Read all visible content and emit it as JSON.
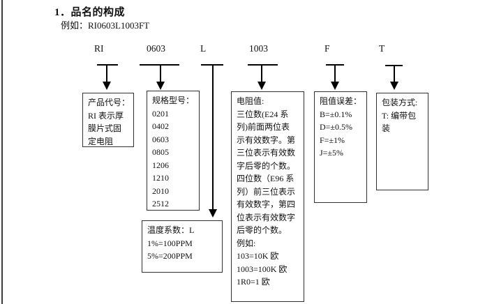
{
  "page": {
    "section_title": "1．品名的构成",
    "example": "例如：RI0603L1003FT"
  },
  "codes": [
    {
      "label": "RI"
    },
    {
      "label": "0603"
    },
    {
      "label": "L"
    },
    {
      "label": "1003"
    },
    {
      "label": "F"
    },
    {
      "label": "T"
    }
  ],
  "boxes": {
    "product_code": {
      "lines": [
        "产品代号：",
        "RI 表示厚",
        "膜片式固",
        "定电阻"
      ]
    },
    "spec_model": {
      "lines": [
        "规格型号：",
        "0201",
        "0402",
        "0603",
        "0805",
        "1206",
        "1210",
        "2010",
        "2512"
      ]
    },
    "temp_coefficient": {
      "lines": [
        "温度系数：L",
        "1%=100PPM",
        "5%=200PPM"
      ]
    },
    "resistance_value": {
      "lines": [
        "电阻值:",
        "三位数(E24 系",
        "列)前面两位表",
        "示有效数字。第",
        "三位表示有效数",
        "字后零的个数。",
        "四位数（E96 系",
        "列）前三位表示",
        "有效数字，第四",
        "位表示有效数字",
        "后零的个数。",
        "例如:",
        "103=10K 欧",
        "1003=100K 欧",
        "1R0=1 欧"
      ]
    },
    "tolerance": {
      "lines": [
        "阻值误差：",
        "B=±0.1%",
        "D=±0.5%",
        "F=±1%",
        "J=±5%"
      ]
    },
    "packaging": {
      "lines": [
        "包装方式:",
        "T: 编带包",
        "装"
      ]
    }
  }
}
